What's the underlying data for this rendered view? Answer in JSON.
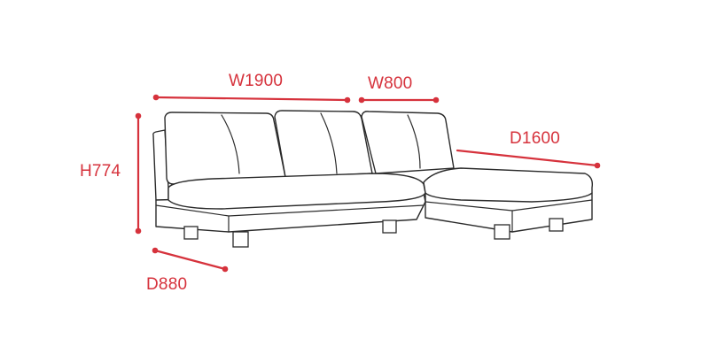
{
  "colors": {
    "dimension": "#d6323c",
    "outline": "#2b2b2b",
    "background": "#ffffff"
  },
  "dimensions": {
    "width_main": "W1900",
    "width_chaise": "W800",
    "depth_chaise": "D1600",
    "height": "H774",
    "depth_main": "D880"
  }
}
